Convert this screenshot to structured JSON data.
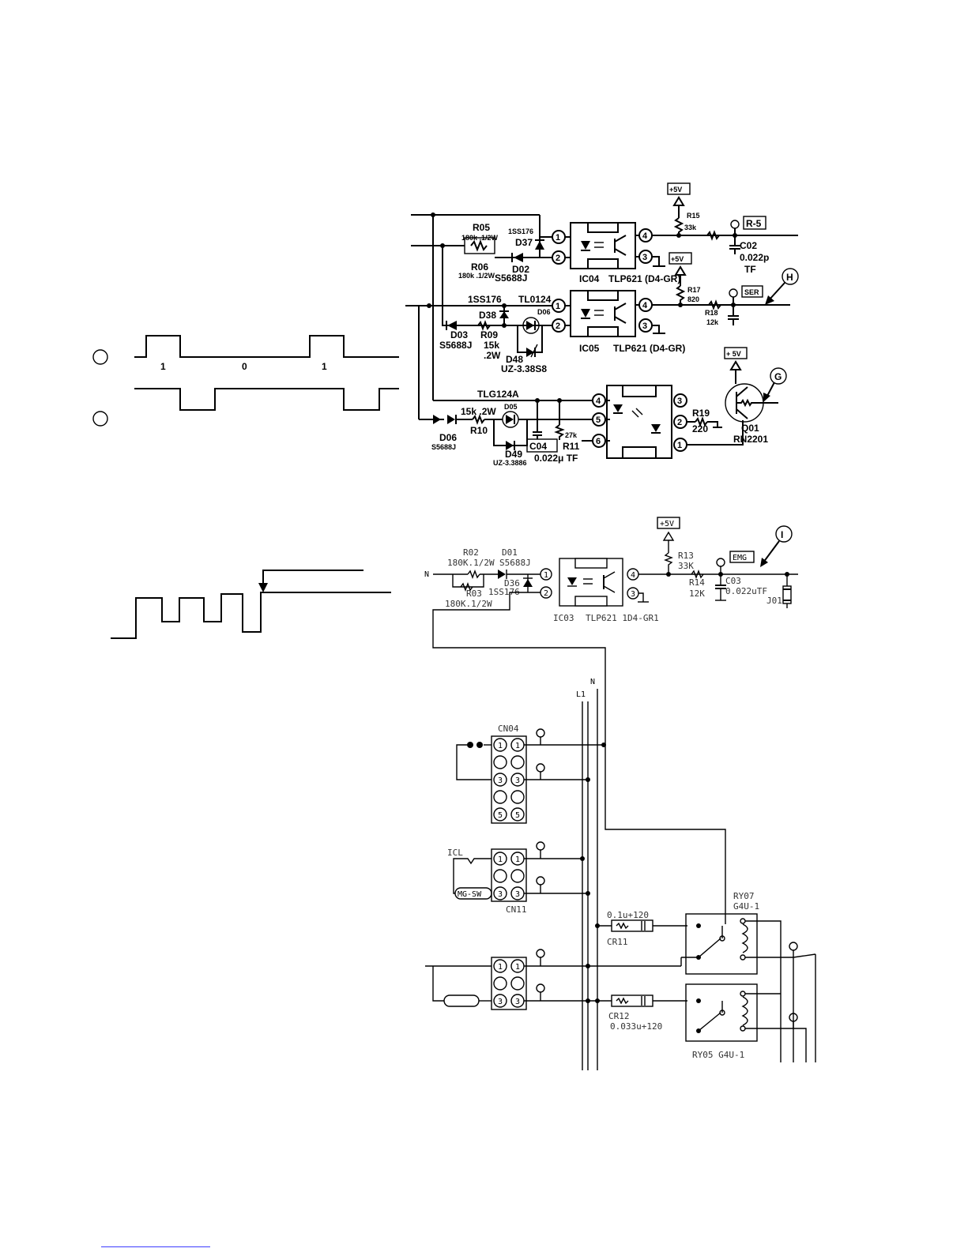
{
  "top_circuit": {
    "rail_5v_labels": [
      "+5V",
      "+5V",
      "+ 5V"
    ],
    "signal_tags": [
      "R-5",
      "SER"
    ],
    "callouts": [
      "H",
      "G"
    ],
    "components": [
      {
        "ref": "R05",
        "value": "180k .1/2W"
      },
      {
        "ref": "R06",
        "value": "180k .1/2W"
      },
      {
        "ref": "1SS176",
        "ref2": "D37"
      },
      {
        "ref": "D02",
        "value": "S5688J"
      },
      {
        "ref": "IC04",
        "value": "TLP621 (D4-GR)"
      },
      {
        "ref": "R15",
        "value": "33k"
      },
      {
        "ref": "C02",
        "value": "0.022p",
        "value2": "TF"
      },
      {
        "ref": "R17",
        "value": "820"
      },
      {
        "ref": "R18",
        "value": "12k"
      },
      {
        "ref": "1SS176",
        "ref2": "D38"
      },
      {
        "ref": "TL0124",
        "ref2": "D06"
      },
      {
        "ref": "D03",
        "value": "S5688J"
      },
      {
        "ref": "R09",
        "value": "15k",
        "value2": ".2W"
      },
      {
        "ref": "D48",
        "value": "UZ-3.38S8"
      },
      {
        "ref": "IC05",
        "value": "TLP621 (D4-GR)"
      },
      {
        "ref": "TLG124A",
        "ref2": "D05"
      },
      {
        "ref": "R10",
        "value": "15k .2W"
      },
      {
        "ref": "D06",
        "value": "S5688J"
      },
      {
        "ref": "C04",
        "value": "0.022μ TF"
      },
      {
        "ref": "R11",
        "value": "27k"
      },
      {
        "ref": "D49",
        "value": "UZ-3.3886"
      },
      {
        "ref": "R19",
        "value": "220"
      },
      {
        "ref": "Q01",
        "value": "RN2201"
      }
    ],
    "pins": [
      "1",
      "2",
      "3",
      "4",
      "5",
      "6"
    ]
  },
  "waveform_1": {
    "bits": [
      "1",
      "0",
      "1"
    ]
  },
  "bottom_circuit": {
    "rail_5v_label": "+5V",
    "signal_tag": "EMG",
    "callout": "I",
    "node_n": "N",
    "components": [
      {
        "ref": "R02",
        "value": "180K.1/2W"
      },
      {
        "ref": "D01",
        "value": "S5688J"
      },
      {
        "ref": "D36",
        "value": "1SS176"
      },
      {
        "ref": "R03",
        "value": "180K.1/2W"
      },
      {
        "ref": "IC03",
        "value": "TLP621 1D4-GR1"
      },
      {
        "ref": "R13",
        "value": "33K"
      },
      {
        "ref": "R14",
        "value": "12K"
      },
      {
        "ref": "C03",
        "value": "0.022uTF"
      },
      {
        "ref": "J01",
        "value": ""
      }
    ]
  },
  "power_section": {
    "bus_labels": [
      "L1",
      "N"
    ],
    "connectors": [
      {
        "ref": "CN04",
        "pins": [
          "1",
          "1",
          "3",
          "3",
          "5",
          "5"
        ]
      },
      {
        "ref": "CN11",
        "pins": [
          "1",
          "1",
          "3",
          "3"
        ]
      },
      {
        "ref": "",
        "pins": [
          "1",
          "1",
          "3",
          "3"
        ]
      }
    ],
    "labels": {
      "icl": "ICL",
      "mg_sw": "MG-SW"
    },
    "snubbers": [
      {
        "ref": "CR11",
        "value": "0.1u+120"
      },
      {
        "ref": "CR12",
        "value": "0.033u+120"
      }
    ],
    "relays": [
      {
        "ref": "RY07",
        "value": "G4U-1"
      },
      {
        "ref": "RY05 G4U-1",
        "value": ""
      }
    ]
  }
}
